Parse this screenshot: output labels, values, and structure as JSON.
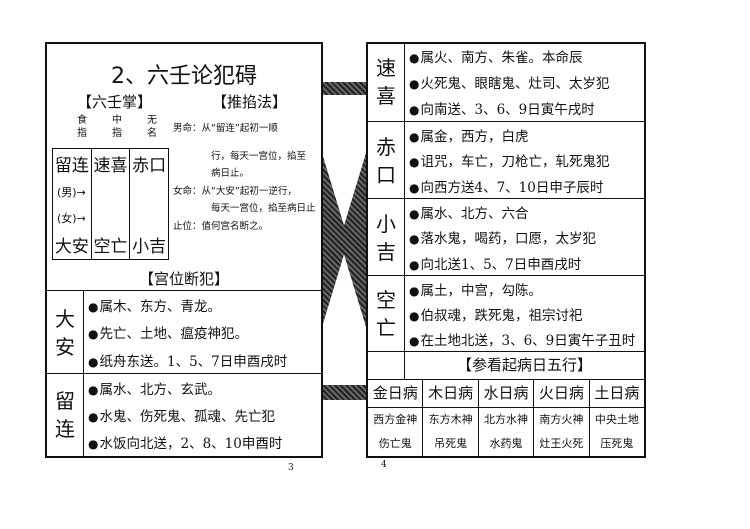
{
  "left": {
    "title": "2、六壬论犯碍",
    "palm_heading": "【六壬掌】",
    "method_heading": "【推掐法】",
    "fingers": [
      [
        "食",
        "指"
      ],
      [
        "中",
        "指"
      ],
      [
        "无",
        "名"
      ]
    ],
    "grid": {
      "top": [
        "留连",
        "速喜",
        "赤口"
      ],
      "bottom": [
        "大安",
        "空亡",
        "小吉"
      ],
      "male": "男",
      "female": "女"
    },
    "method_lines": [
      "男命：从“留连”起初一顺",
      "行，每天一宫位，掐至",
      "病日止。",
      "女命：从“大安”起初一逆行，",
      "每天一宫位，掐至病日止",
      "止位：值何宫名断之。"
    ],
    "section_heading": "【宫位断犯】",
    "rows": [
      {
        "label": [
          "大",
          "安"
        ],
        "lines": [
          "属木、东方、青龙。",
          "先亡、土地、瘟疫神犯。",
          "纸舟东送。1、5、7日申酉戌时"
        ]
      },
      {
        "label": [
          "留",
          "连"
        ],
        "lines": [
          "属水、北方、玄武。",
          "水鬼、伤死鬼、孤魂、先亡犯",
          "水饭向北送，2、8、10申酉时"
        ]
      }
    ],
    "page_number": "3"
  },
  "right": {
    "rows": [
      {
        "label": [
          "速",
          "喜"
        ],
        "lines": [
          "属火、南方、朱雀。本命辰",
          "火死鬼、眼瞎鬼、灶司、太岁犯",
          "向南送、3、6、9日寅午戌时"
        ]
      },
      {
        "label": [
          "赤",
          "口"
        ],
        "lines": [
          "属金，西方，白虎",
          "诅咒，车亡，刀枪亡，轧死鬼犯",
          "向西方送4、7、10日申子辰时"
        ]
      },
      {
        "label": [
          "小",
          "吉"
        ],
        "lines": [
          "属水、北方、六合",
          "落水鬼，喝药，口愿，太岁犯",
          "向北送1、5、7日申酉戌时"
        ]
      },
      {
        "label": [
          "空",
          "亡"
        ],
        "lines": [
          "属土，中宫，勾陈。",
          "伯叔魂，跌死鬼，祖宗讨祀",
          "在土地北送，3、6、9日寅午子丑时"
        ]
      }
    ],
    "five_heading": "【参看起病日五行】",
    "five": [
      {
        "day": "金日病",
        "god": "西方金神",
        "ghost": "伤亡鬼"
      },
      {
        "day": "木日病",
        "god": "东方木神",
        "ghost": "吊死鬼"
      },
      {
        "day": "水日病",
        "god": "北方水神",
        "ghost": "水药鬼"
      },
      {
        "day": "火日病",
        "god": "南方火神",
        "ghost": "灶王火死"
      },
      {
        "day": "土日病",
        "god": "中央土地",
        "ghost": "压死鬼"
      }
    ],
    "page_number": "4"
  }
}
